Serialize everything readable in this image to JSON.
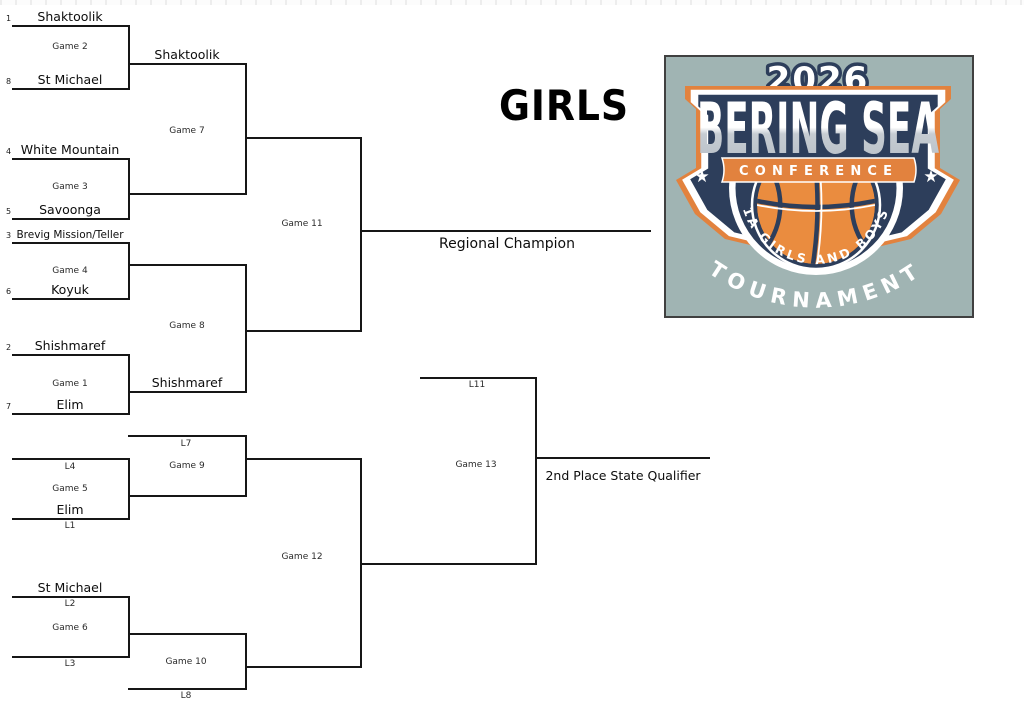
{
  "page": {
    "title": "GIRLS",
    "champion_label": "Regional Champion",
    "qualifier_label": "2nd Place State Qualifier"
  },
  "bracket": {
    "round1": [
      {
        "seed": "1",
        "team": "Shaktoolik"
      },
      {
        "seed": "8",
        "team": "St Michael"
      },
      {
        "seed": "4",
        "team": "White Mountain"
      },
      {
        "seed": "5",
        "team": "Savoonga"
      },
      {
        "seed": "3",
        "team": "Brevig Mission/Teller"
      },
      {
        "seed": "6",
        "team": "Koyuk"
      },
      {
        "seed": "2",
        "team": "Shishmaref"
      },
      {
        "seed": "7",
        "team": "Elim"
      }
    ],
    "winners": {
      "game2": "Shaktoolik",
      "game1": "Shishmaref"
    },
    "consolation": {
      "l1_team": "Elim",
      "l2_team": "St Michael"
    },
    "games": {
      "g1": "Game 1",
      "g2": "Game 2",
      "g3": "Game 3",
      "g4": "Game 4",
      "g5": "Game 5",
      "g6": "Game 6",
      "g7": "Game 7",
      "g8": "Game 8",
      "g9": "Game 9",
      "g10": "Game 10",
      "g11": "Game 11",
      "g12": "Game 12",
      "g13": "Game 13"
    },
    "losers": {
      "l1": "L1",
      "l2": "L2",
      "l3": "L3",
      "l4": "L4",
      "l7": "L7",
      "l8": "L8",
      "l11": "L11"
    }
  },
  "logo": {
    "year": "2026",
    "title": "BERING SEA",
    "banner": "CONFERENCE",
    "arc_text": "1A GIRLS AND BOYS",
    "bottom_text": "TOURNAMENT",
    "star": "★",
    "colors": {
      "background": "#a0b4b3",
      "navy": "#2d3e5b",
      "orange": "#e2823e",
      "ball": "#ea8c3f",
      "silver": "#c6ccd2"
    }
  }
}
